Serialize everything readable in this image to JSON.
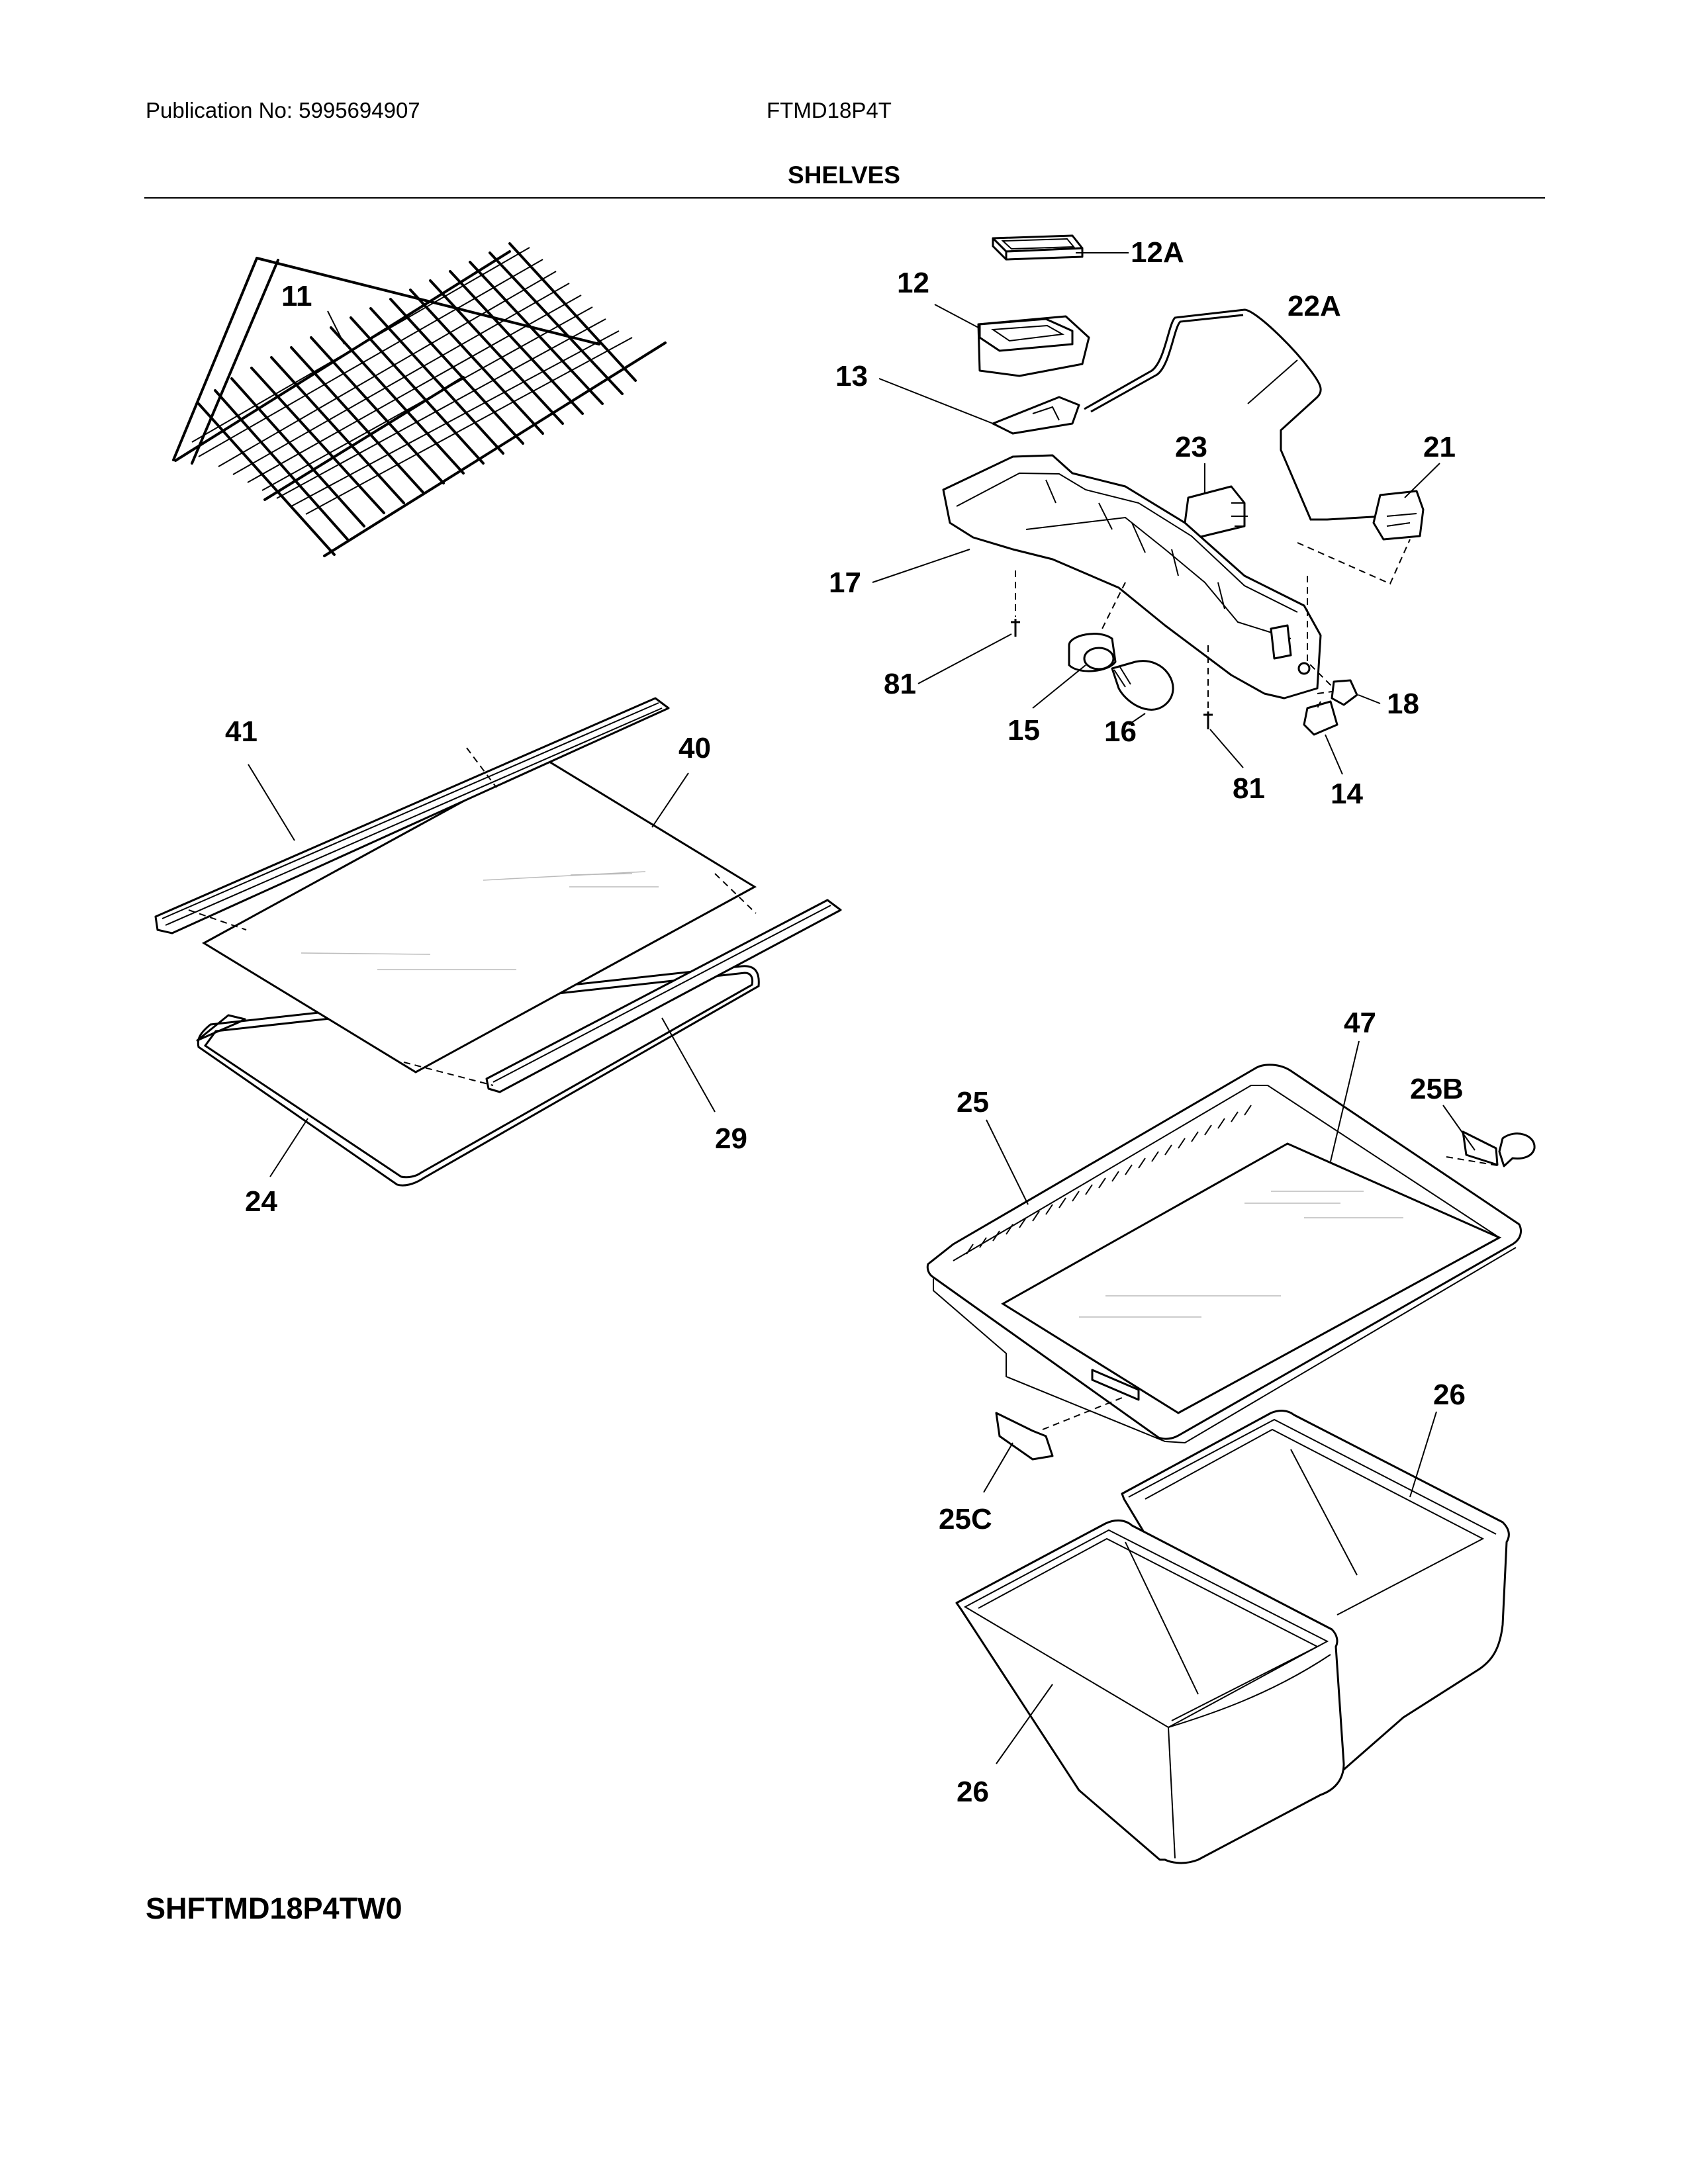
{
  "header": {
    "publication": "Publication No: 5995694907",
    "model": "FTMD18P4T",
    "section_title": "SHELVES"
  },
  "footer": {
    "code": "SHFTMD18P4TW0"
  },
  "callouts": {
    "c11": "11",
    "c12a": "12A",
    "c12": "12",
    "c22a": "22A",
    "c13": "13",
    "c23": "23",
    "c21": "21",
    "c17": "17",
    "c81a": "81",
    "c15": "15",
    "c16": "16",
    "c18": "18",
    "c81b": "81",
    "c14": "14",
    "c41": "41",
    "c40": "40",
    "c29": "29",
    "c24": "24",
    "c47": "47",
    "c25": "25",
    "c25b": "25B",
    "c26a": "26",
    "c25c": "25C",
    "c26b": "26"
  }
}
